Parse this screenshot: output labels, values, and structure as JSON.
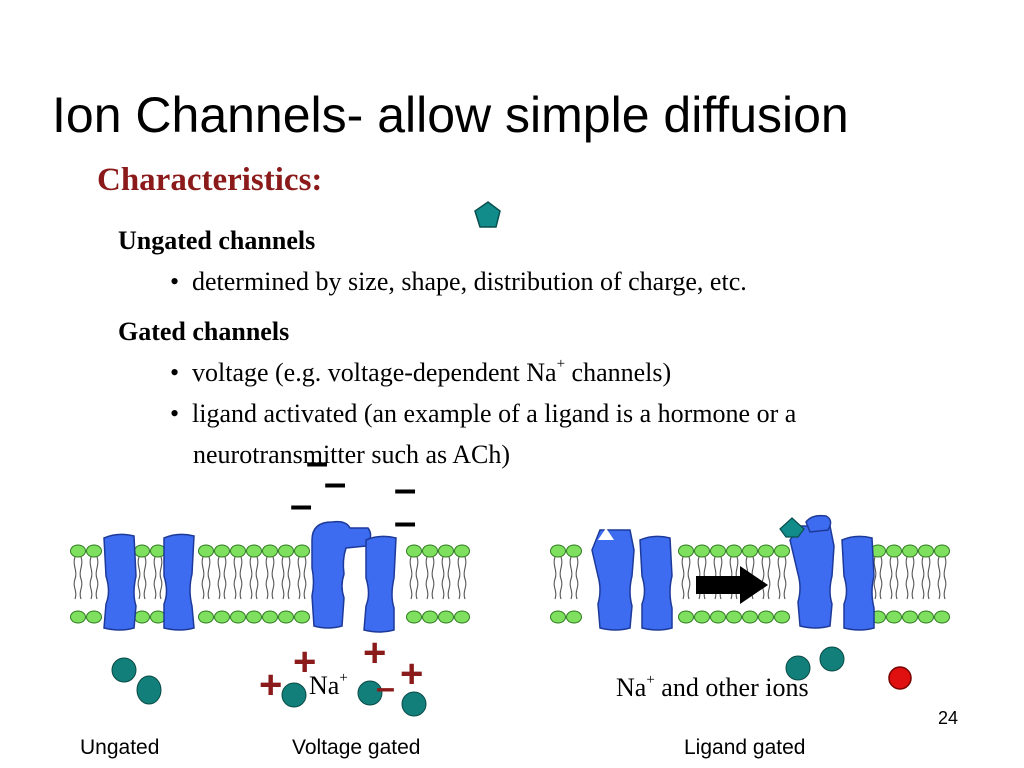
{
  "slide": {
    "title": "Ion Channels- allow simple diffusion",
    "subtitle": "Characteristics:",
    "ungated_heading": "Ungated channels",
    "ungated_bullet": "determined by size, shape, distribution of charge, etc.",
    "gated_heading": "Gated channels",
    "voltage_bullet_pre": "voltage (e.g. voltage-dependent Na",
    "voltage_bullet_sup": "+",
    "voltage_bullet_post": " channels)",
    "ligand_bullet_line1": "ligand activated (an example of a ligand is a hormone or a",
    "ligand_bullet_line2": "neurotransmitter such as ACh)",
    "bullet_char": "•",
    "page_number": "24"
  },
  "diagram": {
    "captions": {
      "ungated": "Ungated",
      "voltage": "Voltage gated",
      "ligand": "Ligand gated"
    },
    "na_label": "Na",
    "na_sup": "+",
    "ligand_label_pre": "Na",
    "ligand_label_sup": "+",
    "ligand_label_post": " and other ions",
    "plus_sign": "+",
    "minus_sign": "–",
    "colors": {
      "channel": "#3d6cf0",
      "lipid_head": "#7ee05e",
      "ion": "#127f7a",
      "ligand": "#128b8b",
      "other_ion": "#e01010",
      "sign_plus": "#8b1a1a"
    }
  }
}
